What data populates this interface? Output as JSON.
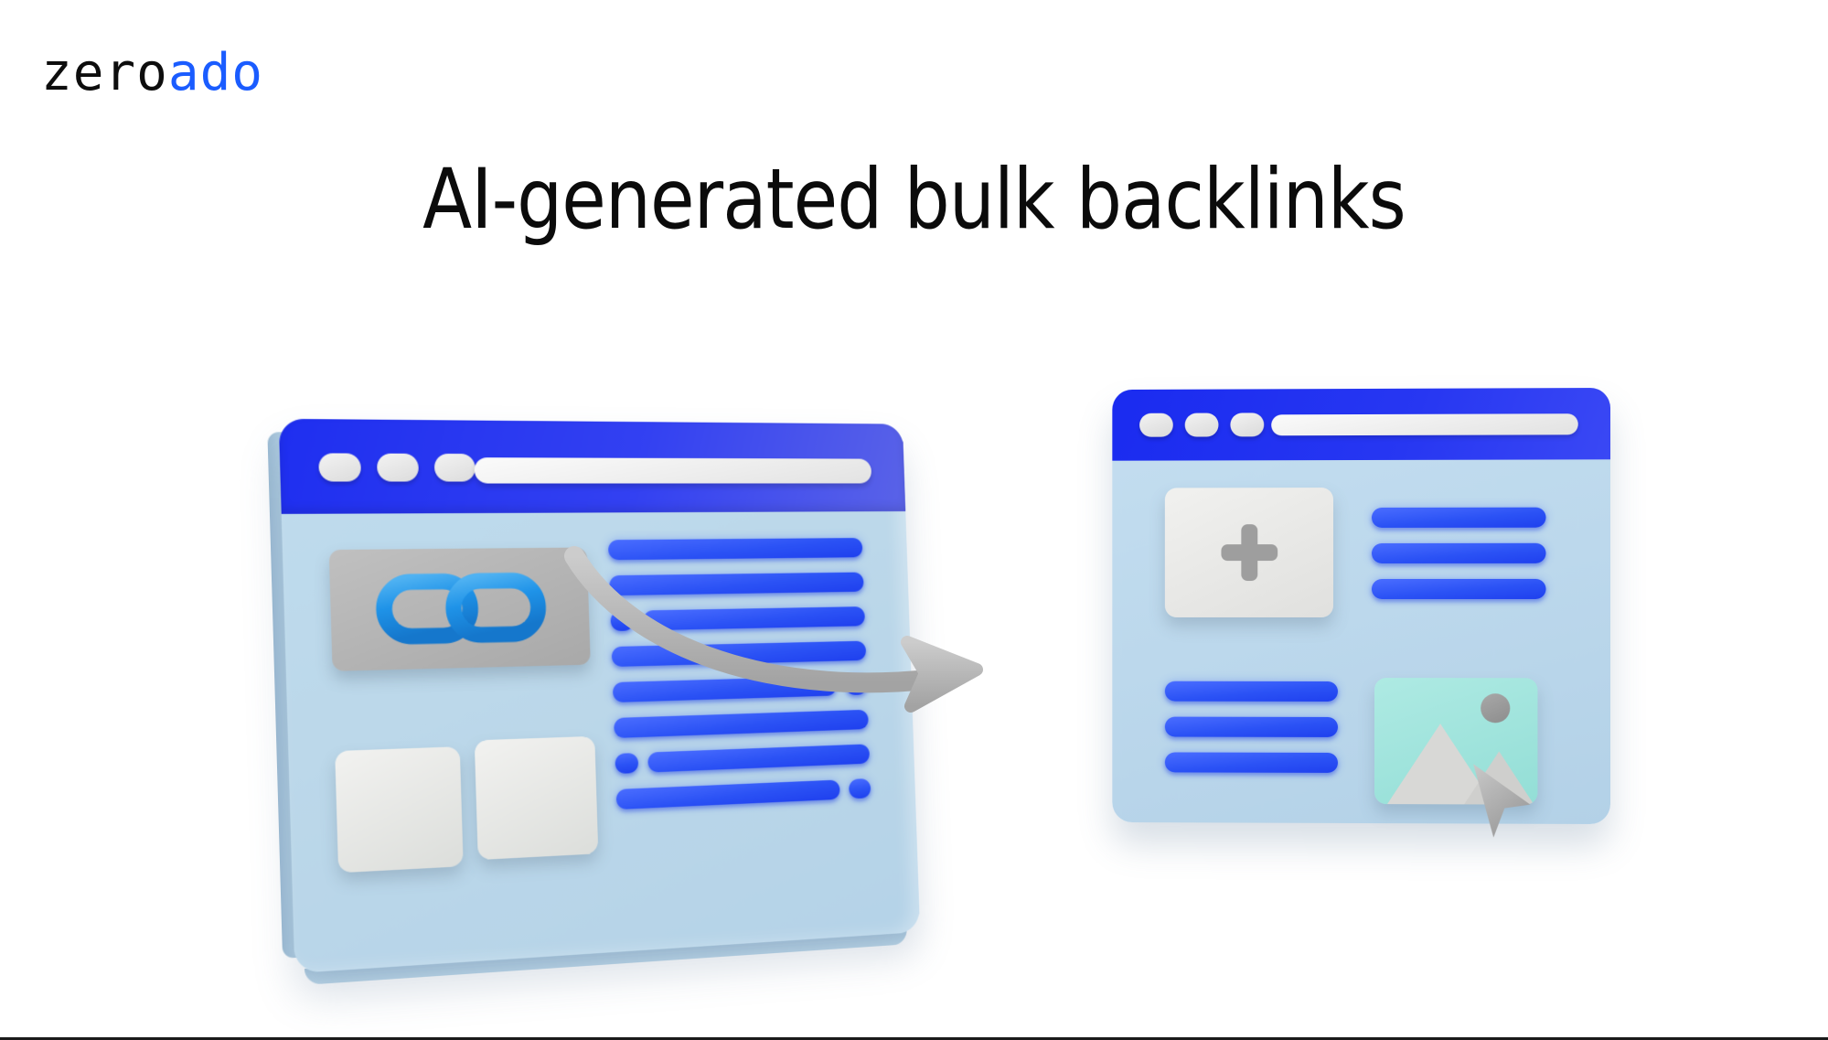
{
  "brand": {
    "part1": "zero",
    "part2": "ado",
    "part1_color": "#0d0d0d",
    "part2_color": "#1a5cff"
  },
  "headline": {
    "text": "AI-generated bulk backlinks",
    "color": "#0b0b0b"
  },
  "colors": {
    "page_background": "#ffffff",
    "window_body": "#bcd8ea",
    "title_bar_blue": "#2737f2",
    "text_bar_blue": "#2b52f5",
    "chain_link_blue": "#1e90e8",
    "card_gray": "#b0b0b0",
    "card_white": "#ececeb",
    "image_placeholder_teal": "#9fe3dc",
    "arrow_gray": "#b9b9b9",
    "cursor_gray": "#a9a9a9",
    "bottom_rule": "#1b1b1b"
  },
  "illustration": {
    "left_window": {
      "name": "source-website-window",
      "titlebar": {
        "dots": [
          "window-dot-1",
          "window-dot-2",
          "window-dot-3"
        ],
        "url_bar": "address-bar"
      },
      "link_card": {
        "icon": "chain-link-icon"
      },
      "blank_cards": [
        "content-card-1",
        "content-card-2"
      ],
      "text_bar_rows": [
        {
          "dot": false,
          "widths": [
            100
          ]
        },
        {
          "dot": false,
          "widths": [
            100
          ]
        },
        {
          "dot": true,
          "widths": [
            80
          ]
        },
        {
          "dot": false,
          "widths": [
            100
          ]
        },
        {
          "dot": false,
          "widths": [
            72
          ],
          "trailing_dot": true
        },
        {
          "dot": false,
          "widths": [
            100
          ]
        },
        {
          "dot": true,
          "widths": [
            80
          ]
        },
        {
          "dot": false,
          "widths": [
            72
          ],
          "trailing_dot": true
        }
      ]
    },
    "connector": {
      "name": "backlink-arrow",
      "direction": "left-to-right",
      "style": "curved-3d-arrow"
    },
    "right_window": {
      "name": "target-website-window",
      "titlebar": {
        "dots": [
          "window-dot-1",
          "window-dot-2",
          "window-dot-3"
        ],
        "url_bar": "address-bar"
      },
      "plus_card": {
        "icon": "plus-icon"
      },
      "top_text_bars": 3,
      "bottom_text_bars": 3,
      "image_card": {
        "icon": "image-placeholder-icon",
        "elements": [
          "sun",
          "mountain-large",
          "mountain-small"
        ]
      },
      "cursor": "mouse-cursor-icon"
    }
  }
}
